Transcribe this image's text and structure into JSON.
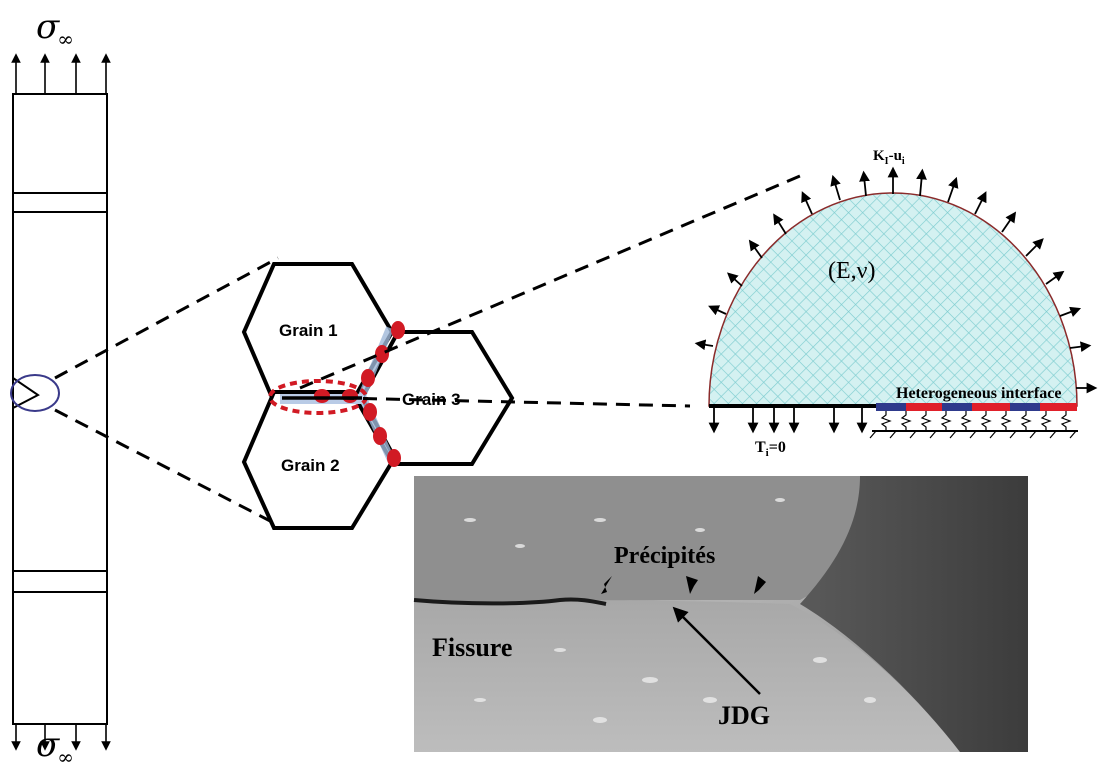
{
  "specimen": {
    "stress_symbol": "σ",
    "stress_subscript": "∞"
  },
  "grains": {
    "grain1": "Grain 1",
    "grain2": "Grain 2",
    "grain3": "Grain 3"
  },
  "crack_tip_model": {
    "load_label_main": "K",
    "load_label_sub1": "I",
    "load_label_mid": "-u",
    "load_label_sub2": "i",
    "material_params": "(E,ν)",
    "interface_label": "Heterogeneous interface",
    "boundary_label_main": "T",
    "boundary_label_sub": "i",
    "boundary_label_tail": "=0",
    "domain_fill": "#c6ecec",
    "interface_colors": [
      "#e0202a",
      "#2e3a8c"
    ]
  },
  "micrograph": {
    "precipitates_label": "Précipités",
    "crack_label": "Fissure",
    "grain_boundary_label": "JDG"
  },
  "colors": {
    "particle_red": "#d11a24",
    "notch_circle": "#3a3a8a"
  }
}
